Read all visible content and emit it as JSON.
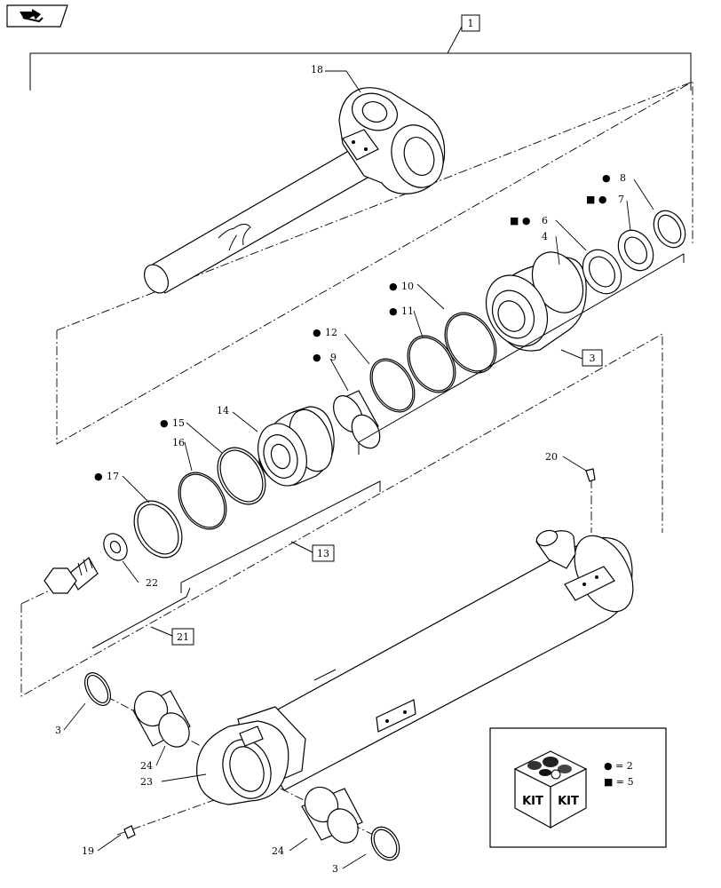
{
  "diagram": {
    "assembly_label": "1",
    "callouts": [
      {
        "id": "c18",
        "num": "18",
        "marks": ""
      },
      {
        "id": "c8",
        "num": "8",
        "marks": "●"
      },
      {
        "id": "c7",
        "num": "7",
        "marks": "■ ●"
      },
      {
        "id": "c6",
        "num": "6",
        "marks": "■ ●"
      },
      {
        "id": "c4",
        "num": "4",
        "marks": ""
      },
      {
        "id": "c10",
        "num": "10",
        "marks": "●"
      },
      {
        "id": "c11",
        "num": "11",
        "marks": "●"
      },
      {
        "id": "c12",
        "num": "12",
        "marks": "●"
      },
      {
        "id": "c9",
        "num": "9",
        "marks": "●"
      },
      {
        "id": "c14",
        "num": "14",
        "marks": ""
      },
      {
        "id": "c15",
        "num": "15",
        "marks": "●"
      },
      {
        "id": "c16",
        "num": "16",
        "marks": ""
      },
      {
        "id": "c17",
        "num": "17",
        "marks": "●"
      },
      {
        "id": "c22",
        "num": "22",
        "marks": ""
      },
      {
        "id": "c20",
        "num": "20",
        "marks": ""
      },
      {
        "id": "c3a",
        "num": "3",
        "marks": ""
      },
      {
        "id": "c24a",
        "num": "24",
        "marks": ""
      },
      {
        "id": "c23",
        "num": "23",
        "marks": ""
      },
      {
        "id": "c19",
        "num": "19",
        "marks": ""
      },
      {
        "id": "c24b",
        "num": "24",
        "marks": ""
      },
      {
        "id": "c3b",
        "num": "3",
        "marks": ""
      }
    ],
    "boxed_labels": {
      "box3": "3",
      "box13": "13",
      "box21": "21"
    },
    "kit_legend": {
      "kit_text_1": "KIT",
      "kit_text_2": "KIT",
      "circle_row": "● = 2",
      "square_row": "■ = 5"
    }
  }
}
